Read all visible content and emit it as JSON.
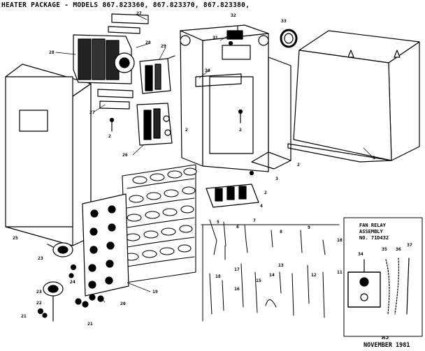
{
  "header": {
    "title": "HEATER PACKAGE - MODELS 867.823360, 867.823370, 867.823380,"
  },
  "footer": {
    "page": "A5",
    "date": "NOVEMBER  1981"
  },
  "fan_relay_box": {
    "line1": "FAN RELAY",
    "line2": "ASSEMBLY",
    "line3": "NO. 71D432"
  },
  "callouts": {
    "c1": "1",
    "c2a": "2",
    "c2b": "2",
    "c2c": "2",
    "c2d": "2",
    "c2e": "2",
    "c3": "3",
    "c4": "4",
    "c5": "5",
    "c6": "6",
    "c7": "7",
    "c8": "8",
    "c9": "9",
    "c10": "10",
    "c11": "11",
    "c12": "12",
    "c13": "13",
    "c14": "14",
    "c15": "15",
    "c16": "16",
    "c17": "17",
    "c18": "18",
    "c19": "19",
    "c20": "20",
    "c21a": "21",
    "c21b": "21",
    "c22": "22",
    "c23a": "23",
    "c23b": "23",
    "c24": "24",
    "c25": "25",
    "c26": "26",
    "c27a": "27",
    "c27b": "27",
    "c28": "28",
    "c29": "29",
    "c30": "30",
    "c31": "31",
    "c32": "32",
    "c33": "33",
    "c34": "34",
    "c35": "35",
    "c36": "36",
    "c37": "37"
  }
}
